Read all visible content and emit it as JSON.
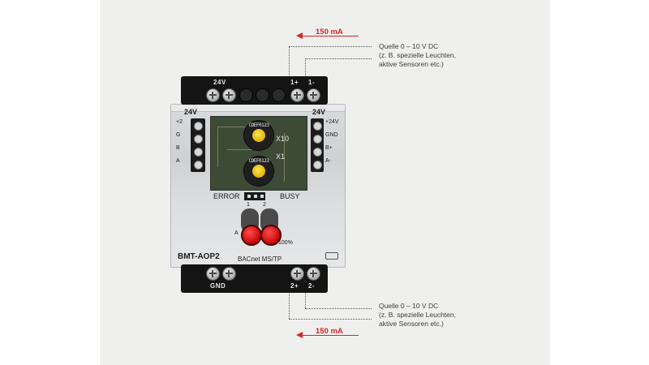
{
  "device": {
    "model": "BMT-AOP2",
    "protocol": "BACnet MS/TP",
    "top_terminal_voltage": "24V",
    "top_terminal_pos": "1+",
    "top_terminal_neg": "1-",
    "bottom_terminal_gnd": "GND",
    "bottom_terminal_pos": "2+",
    "bottom_terminal_neg": "2-",
    "housing_left_voltage": "24V",
    "housing_right_voltage": "24V",
    "left_connector_labels": [
      "+2",
      "G",
      "B",
      "A"
    ],
    "right_connector_labels": [
      "+24V",
      "GND",
      "B+",
      "A-"
    ],
    "dial_x10_label": "X10",
    "dial_x1_label": "X1",
    "dial_digits": "CDEF0123",
    "error_label": "ERROR",
    "busy_label": "BUSY",
    "led_numbers": [
      "1",
      "2"
    ],
    "pot_left_mark": "A",
    "pot_right_mark": "100%"
  },
  "annotations": {
    "top": {
      "current": "150 mA",
      "source_line1": "Quelle 0 – 10 V DC",
      "source_line2": "(z. B. spezielle Leuchten,",
      "source_line3": "aktive Sensoren etc.)"
    },
    "bottom": {
      "current": "150 mA",
      "source_line1": "Quelle 0 – 10 V DC",
      "source_line2": "(z. B. spezielle Leuchten,",
      "source_line3": "aktive Sensoren etc.)"
    }
  },
  "colors": {
    "background_panel": "#efefee",
    "current_arrow": "#d22828",
    "terminal_block": "#141414",
    "potentiometer": "#d00000",
    "dial_knob": "#f2c500"
  }
}
